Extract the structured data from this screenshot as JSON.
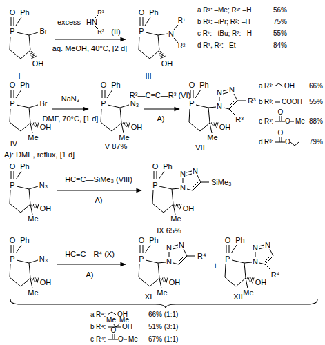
{
  "diagram": {
    "labels": [
      "O",
      "Ph",
      "P",
      "Br",
      "OH",
      "I",
      "excess",
      "HN",
      "R¹",
      "R²",
      "(II)",
      "aq. MeOH, 40°C, [2 d]",
      "O",
      "Ph",
      "P",
      "N",
      "R¹",
      "R²",
      "OH",
      "III",
      "a R¹: –Me; R²: –H",
      "56%",
      "b R¹: –iPr; R²: –H",
      "75%",
      "c R¹: –tBu; R²: –H",
      "55%",
      "d R¹, R²: –Et",
      "84%",
      "O",
      "Ph",
      "P",
      "Br",
      "OH",
      "Me",
      "IV",
      "NaN₃",
      "DMF, 70°C, [1 d]",
      "O",
      "Ph",
      "P",
      "N₃",
      "OH",
      "Me",
      "V 87%",
      "R³—C≡C—R³ (VI)",
      "A)",
      "O",
      "Ph",
      "P",
      "N",
      "N",
      "N",
      "R³",
      "R³",
      "OH",
      "Me",
      "VII",
      "A): DME, reflux, [1 d]",
      "a",
      "R³:",
      "OH",
      "66%",
      "b",
      "R³:",
      "COOH",
      "55%",
      "c",
      "R³:",
      "O",
      "O",
      "Me",
      "88%",
      "d",
      "R³:",
      "O",
      "O",
      "79%",
      "O",
      "Ph",
      "P",
      "N₃",
      "OH",
      "Me",
      "HC≡C—SiMe₃ (VIII)",
      "A)",
      "O",
      "Ph",
      "P",
      "N",
      "N",
      "N",
      "SiMe₃",
      "OH",
      "Me",
      "IX 65%",
      "O",
      "Ph",
      "P",
      "N₃",
      "OH",
      "Me",
      "HC≡C—R⁴ (X)",
      "A)",
      "O",
      "Ph",
      "P",
      "N",
      "N",
      "N",
      "R⁴",
      "OH",
      "Me",
      "+",
      "O",
      "Ph",
      "P",
      "N",
      "N",
      "N",
      "R⁴",
      "OH",
      "Me",
      "XI",
      "XII",
      "a",
      "R⁴:",
      "OH",
      "66% (1:1)",
      "b",
      "R⁴:",
      "Me",
      "Me",
      "OH",
      "51% (3:1)",
      "c",
      "R⁴:",
      "O",
      "O",
      "Me",
      "67% (1:1)"
    ]
  }
}
